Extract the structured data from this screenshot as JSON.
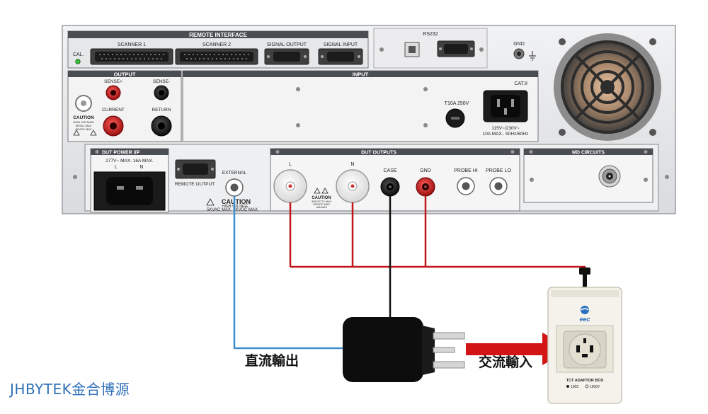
{
  "panel": {
    "remote_interface": "REMOTE INTERFACE",
    "cal": "CAL.",
    "scanner1": "SCANNER 1",
    "scanner2": "SCANNER 2",
    "signal_output": "SIGNAL OUTPUT",
    "signal_input": "SIGNAL INPUT",
    "rs232": "RS232",
    "gnd": "GND",
    "output": "OUTPUT",
    "input": "INPUT",
    "sense_plus": "SENSE+",
    "sense_minus": "SENSE-",
    "current": "CURRENT",
    "return_label": "RETURN",
    "caution_output": "CAUTION",
    "caution_output_sub1": "HIGH VOLTAGE",
    "caution_output_sub2": "5KVAC MAX",
    "caution_output_sub3": "6KVDC MAX",
    "fuse": "T10A  250V",
    "cat": "CAT.II",
    "mains_line1": "115V~/230V~",
    "mains_line2": "10A MAX.. 50Hz/60Hz",
    "dut_power": "DUT POWER I/P",
    "dut_power_rating": "277V~ MAX. 16A MAX.",
    "dut_power_l": "L",
    "dut_power_n": "N",
    "remote_output": "REMOTE  OUTPUT",
    "external": "EXTERNAL",
    "caution_big": "CAUTION",
    "caution_big_sub1": "HIGH VOLTAGE",
    "caution_big_sub2": "5KVAC MAX. 6KVDC MAX.",
    "caution_small": "CAUTION",
    "caution_small_sub1": "300V/277V MAX",
    "caution_small_sub2": "200VDC MAX",
    "caution_small_sub3": "16A MAX",
    "dut_outputs": "DUT OUTPUTS",
    "dut_l": "L",
    "dut_n": "N",
    "case": "CASE",
    "dut_gnd": "GND",
    "probe_hi": "PROBE HI",
    "probe_lo": "PROBE LO",
    "md_circuits": "MD CIRCUITS"
  },
  "adaptor": {
    "brand": "eec",
    "label": "TCT ADAPTOR BOX",
    "opt1": "1905",
    "opt2": "1900Y"
  },
  "labels": {
    "dc_out": "直流輸出",
    "ac_in": "交流輸入"
  },
  "watermark": "JHBYTEK金合博源",
  "colors": {
    "wire_red": "#c0161b",
    "wire_blue": "#3b8fd0",
    "wire_black": "#111111",
    "arrow_red": "#d21414"
  }
}
